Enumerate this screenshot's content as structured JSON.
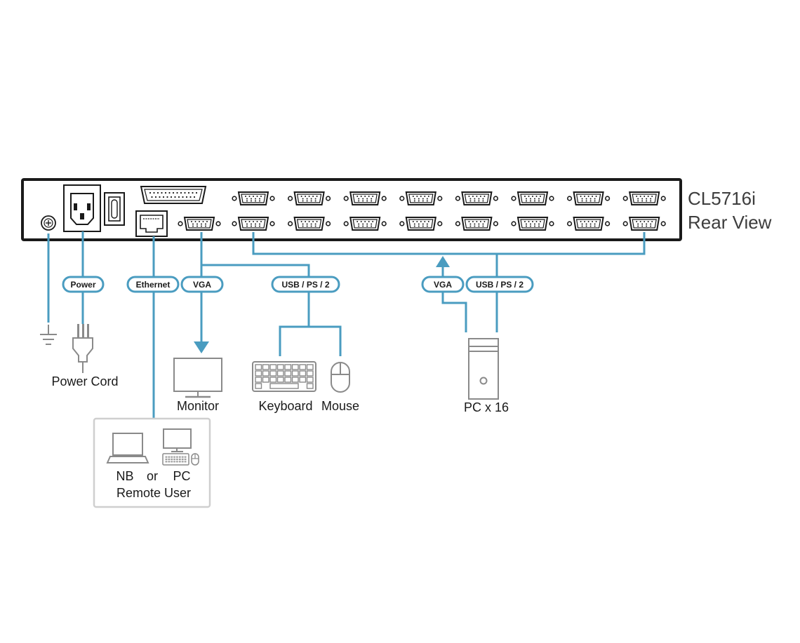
{
  "unit": {
    "model": "CL5716i",
    "view": "Rear View"
  },
  "labels": {
    "power": "Power",
    "ethernet": "Ethernet",
    "vga_console": "VGA",
    "usb_console": "USB / PS / 2",
    "vga_pc": "VGA",
    "usb_pc": "USB / PS / 2"
  },
  "captions": {
    "power_cord": "Power Cord",
    "monitor": "Monitor",
    "keyboard": "Keyboard",
    "mouse": "Mouse",
    "pc_count": "PC x 16",
    "nb": "NB",
    "or": "or",
    "pc": "PC",
    "remote_user": "Remote User"
  },
  "ports": {
    "kvm_port_count": 16
  },
  "colors": {
    "cable": "#4a9cc0",
    "panel_border": "#1a1a1a",
    "device_gray": "#8a8a8a",
    "remote_box": "#cfcfcf"
  },
  "icons": [
    "ground-icon",
    "power-plug-icon",
    "monitor-icon",
    "keyboard-icon",
    "mouse-icon",
    "pc-tower-icon",
    "laptop-icon",
    "desktop-pc-icon"
  ]
}
